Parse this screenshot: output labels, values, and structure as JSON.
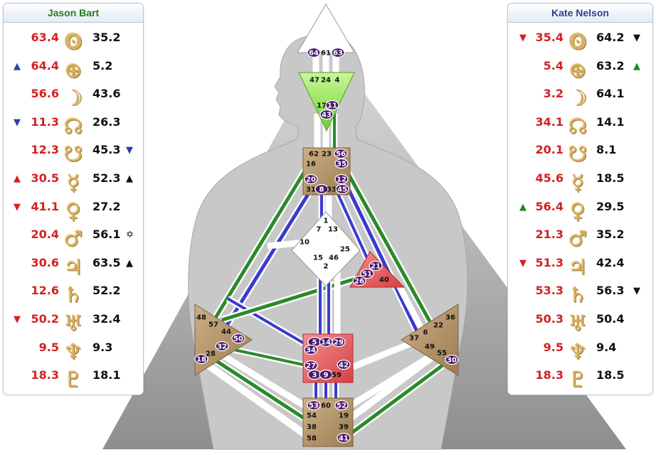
{
  "left_panel": {
    "name": "Jason Bart",
    "rows": [
      {
        "d": "63.4",
        "sym": "sun-icon",
        "p": "35.2",
        "ml": "",
        "mlc": "",
        "mr": "",
        "mrc": ""
      },
      {
        "d": "64.4",
        "sym": "earth-icon",
        "p": "5.2",
        "ml": "▲",
        "mlc": "blue",
        "mr": "",
        "mrc": ""
      },
      {
        "d": "56.6",
        "sym": "moon-icon",
        "p": "43.6",
        "ml": "",
        "mlc": "",
        "mr": "",
        "mrc": ""
      },
      {
        "d": "11.3",
        "sym": "north-node-icon",
        "p": "26.3",
        "ml": "▼",
        "mlc": "blue",
        "mr": "",
        "mrc": ""
      },
      {
        "d": "12.3",
        "sym": "south-node-icon",
        "p": "45.3",
        "ml": "",
        "mlc": "",
        "mr": "▼",
        "mrc": "blue"
      },
      {
        "d": "30.5",
        "sym": "mercury-icon",
        "p": "52.3",
        "ml": "▲",
        "mlc": "red",
        "mr": "▲",
        "mrc": "black"
      },
      {
        "d": "41.1",
        "sym": "venus-icon",
        "p": "27.2",
        "ml": "▼",
        "mlc": "red",
        "mr": "",
        "mrc": ""
      },
      {
        "d": "20.4",
        "sym": "mars-icon",
        "p": "56.1",
        "ml": "",
        "mlc": "",
        "mr": "✡",
        "mrc": "black"
      },
      {
        "d": "30.6",
        "sym": "jupiter-icon",
        "p": "63.5",
        "ml": "",
        "mlc": "",
        "mr": "▲",
        "mrc": "black"
      },
      {
        "d": "12.6",
        "sym": "saturn-icon",
        "p": "52.2",
        "ml": "",
        "mlc": "",
        "mr": "",
        "mrc": ""
      },
      {
        "d": "50.2",
        "sym": "uranus-icon",
        "p": "32.4",
        "ml": "▼",
        "mlc": "red",
        "mr": "",
        "mrc": ""
      },
      {
        "d": "9.5",
        "sym": "neptune-icon",
        "p": "9.3",
        "ml": "",
        "mlc": "",
        "mr": "",
        "mrc": ""
      },
      {
        "d": "18.3",
        "sym": "pluto-icon",
        "p": "18.1",
        "ml": "",
        "mlc": "",
        "mr": "",
        "mrc": ""
      }
    ]
  },
  "right_panel": {
    "name": "Kate Nelson",
    "rows": [
      {
        "d": "35.4",
        "sym": "sun-icon",
        "p": "64.2",
        "ml": "▼",
        "mlc": "red",
        "mr": "▼",
        "mrc": "black"
      },
      {
        "d": "5.4",
        "sym": "earth-icon",
        "p": "63.2",
        "ml": "",
        "mlc": "",
        "mr": "▲",
        "mrc": "green"
      },
      {
        "d": "3.2",
        "sym": "moon-icon",
        "p": "64.1",
        "ml": "",
        "mlc": "",
        "mr": "",
        "mrc": ""
      },
      {
        "d": "34.1",
        "sym": "north-node-icon",
        "p": "14.1",
        "ml": "",
        "mlc": "",
        "mr": "",
        "mrc": ""
      },
      {
        "d": "20.1",
        "sym": "south-node-icon",
        "p": "8.1",
        "ml": "",
        "mlc": "",
        "mr": "",
        "mrc": ""
      },
      {
        "d": "45.6",
        "sym": "mercury-icon",
        "p": "18.5",
        "ml": "",
        "mlc": "",
        "mr": "",
        "mrc": ""
      },
      {
        "d": "56.4",
        "sym": "venus-icon",
        "p": "29.5",
        "ml": "▲",
        "mlc": "green",
        "mr": "",
        "mrc": ""
      },
      {
        "d": "21.3",
        "sym": "mars-icon",
        "p": "35.2",
        "ml": "",
        "mlc": "",
        "mr": "",
        "mrc": ""
      },
      {
        "d": "51.3",
        "sym": "jupiter-icon",
        "p": "42.4",
        "ml": "▼",
        "mlc": "red",
        "mr": "",
        "mrc": ""
      },
      {
        "d": "53.3",
        "sym": "saturn-icon",
        "p": "56.3",
        "ml": "",
        "mlc": "",
        "mr": "▼",
        "mrc": "black"
      },
      {
        "d": "50.3",
        "sym": "uranus-icon",
        "p": "50.4",
        "ml": "",
        "mlc": "",
        "mr": "",
        "mrc": ""
      },
      {
        "d": "9.5",
        "sym": "neptune-icon",
        "p": "9.4",
        "ml": "",
        "mlc": "",
        "mr": "",
        "mrc": ""
      },
      {
        "d": "18.3",
        "sym": "pluto-icon",
        "p": "18.5",
        "ml": "",
        "mlc": "",
        "mr": "",
        "mrc": ""
      }
    ]
  },
  "symbols": {
    "sun-icon": "ʘ",
    "earth-icon": "⊕",
    "moon-icon": "☽",
    "north-node-icon": "☊",
    "south-node-icon": "☋",
    "mercury-icon": "☿",
    "venus-icon": "♀",
    "mars-icon": "♂",
    "jupiter-icon": "♃",
    "saturn-icon": "♄",
    "uranus-icon": "♅",
    "neptune-icon": "♆",
    "pluto-icon": "♇"
  },
  "colors": {
    "red": "#d42020",
    "blue": "#2a3fb0",
    "green": "#1e8a1e",
    "black": "#111111",
    "center_tan": "#b89868",
    "ajna_green": "#8ee04a",
    "spleen_red": "#e87070",
    "sacral_red": "#e04848",
    "gate_purple": "#4b1a6e",
    "channel_blue": "#3a3ad0",
    "channel_green": "#2a8a2a"
  },
  "centers": {
    "head": {
      "gates": [
        "64",
        "61",
        "63"
      ]
    },
    "ajna": {
      "gates": [
        "47",
        "24",
        "4",
        "17",
        "11",
        "43"
      ]
    },
    "throat": {
      "gates": [
        "62",
        "23",
        "56",
        "16",
        "35",
        "20",
        "12",
        "31",
        "8",
        "33",
        "45"
      ]
    },
    "g": {
      "gates": [
        "1",
        "7",
        "13",
        "10",
        "15",
        "46",
        "25",
        "2"
      ]
    },
    "heart": {
      "gates": [
        "21",
        "51",
        "26",
        "40"
      ]
    },
    "spleen": {
      "gates": [
        "48",
        "57",
        "44",
        "50",
        "32",
        "28",
        "18"
      ]
    },
    "sacral": {
      "gates": [
        "5",
        "14",
        "29",
        "34",
        "27",
        "42",
        "3",
        "9",
        "59"
      ]
    },
    "solar_plexus": {
      "gates": [
        "36",
        "22",
        "6",
        "37",
        "49",
        "55",
        "30"
      ]
    },
    "root": {
      "gates": [
        "53",
        "60",
        "52",
        "54",
        "19",
        "38",
        "39",
        "58",
        "41"
      ]
    }
  }
}
